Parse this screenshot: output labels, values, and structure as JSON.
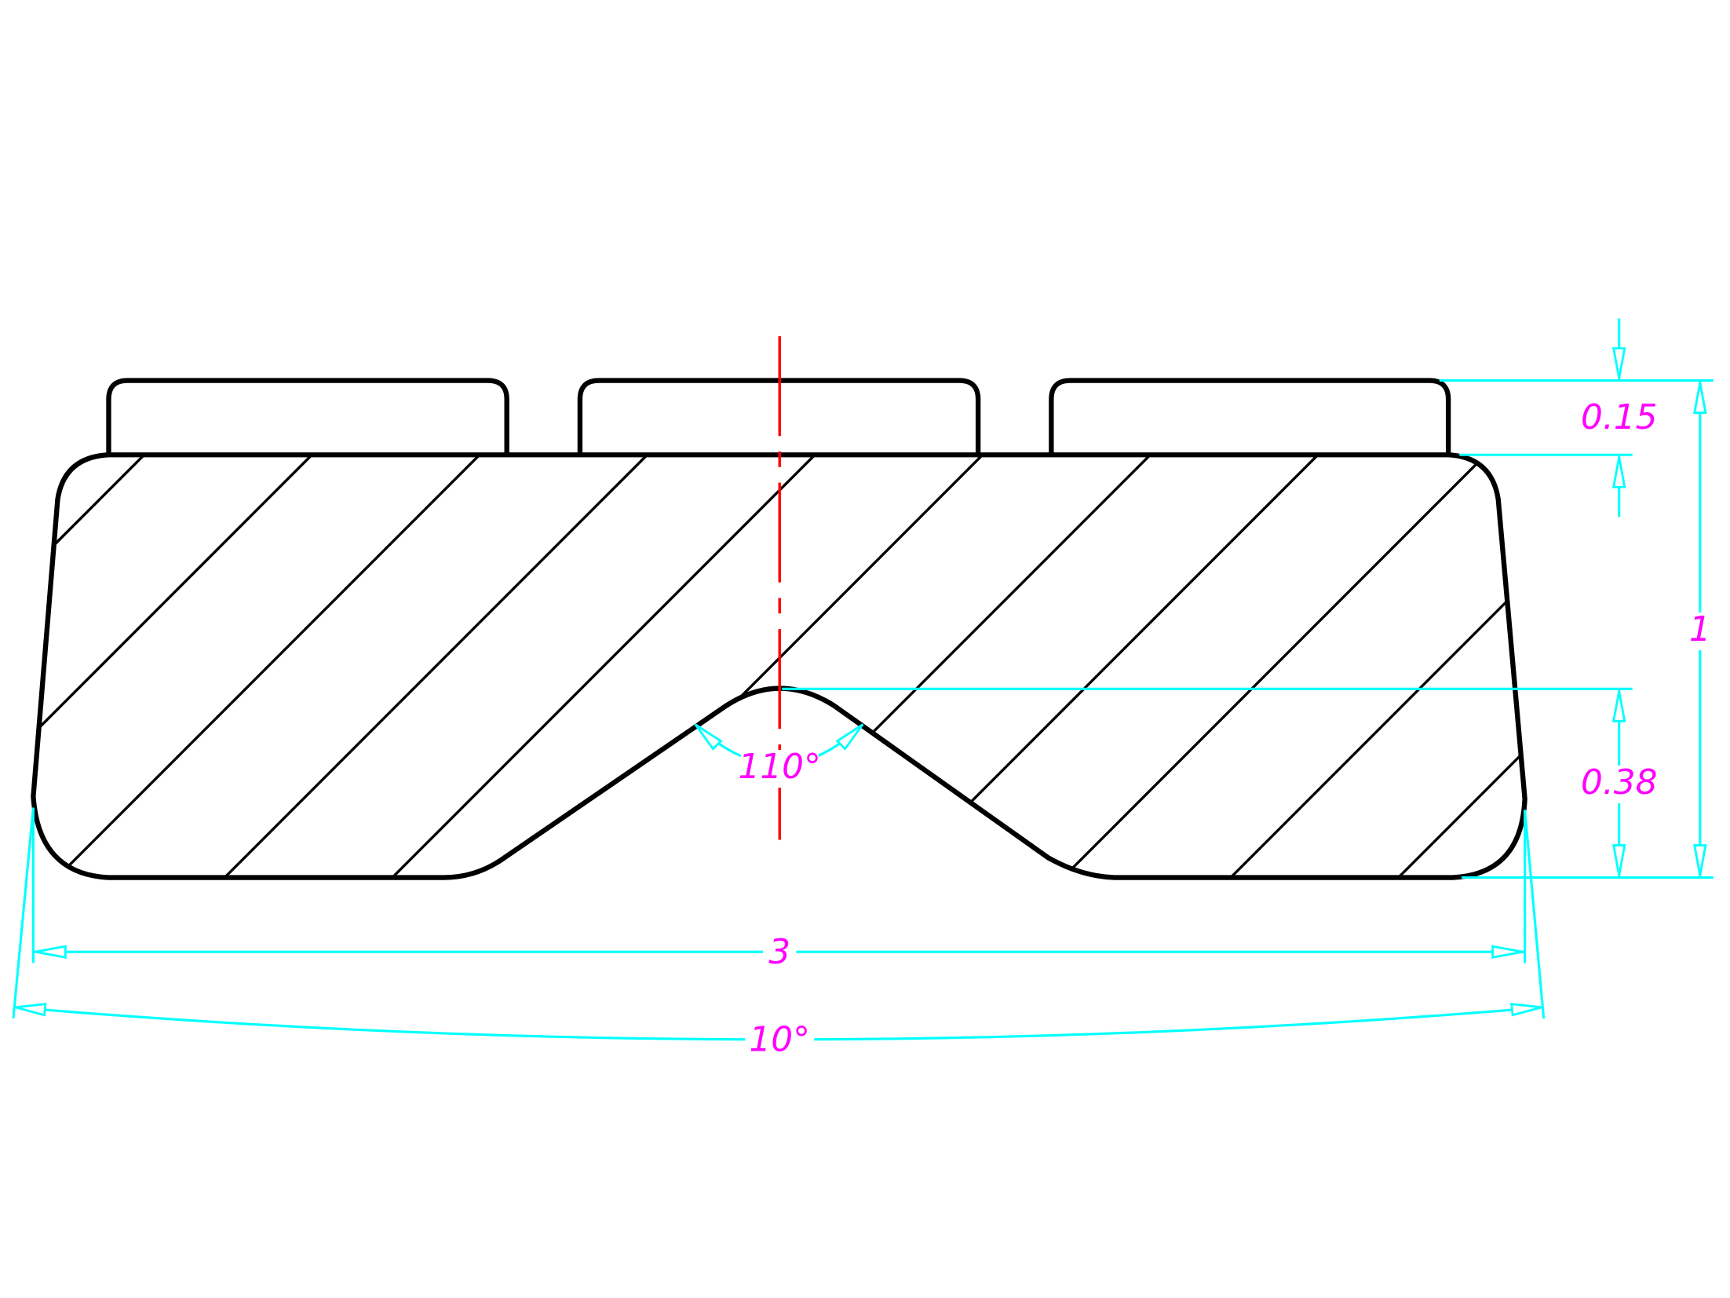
{
  "drawing": {
    "colors": {
      "object": "#000000",
      "dimension": "#00ffff",
      "text": "#ff00ff",
      "centerline": "#ff0000"
    },
    "dimensions": {
      "tab_height": "0.15",
      "total_height": "1",
      "notch_depth": "0.38",
      "width": "3",
      "notch_angle": "110°",
      "side_taper_angle": "10°"
    }
  }
}
